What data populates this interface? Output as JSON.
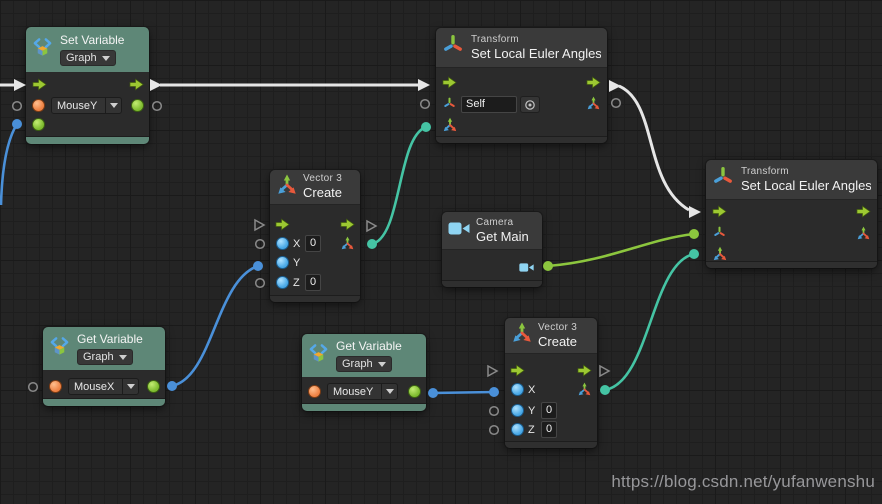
{
  "watermark": "https://blog.csdn.net/yufanwenshu",
  "nodes": {
    "setVariable": {
      "title": "Set Variable",
      "scope": "Graph",
      "variable": "MouseY"
    },
    "transformTop": {
      "category": "Transform",
      "title": "Set Local Euler Angles",
      "self_value": "Self"
    },
    "transformRight": {
      "category": "Transform",
      "title": "Set Local Euler Angles"
    },
    "vector3Mid": {
      "category": "Vector 3",
      "title": "Create",
      "x_label": "X",
      "x_value": "0",
      "y_label": "Y",
      "z_label": "Z",
      "z_value": "0"
    },
    "camera": {
      "category": "Camera",
      "title": "Get Main"
    },
    "getVariableX": {
      "title": "Get Variable",
      "scope": "Graph",
      "variable": "MouseX"
    },
    "getVariableY": {
      "title": "Get Variable",
      "scope": "Graph",
      "variable": "MouseY"
    },
    "vector3Bottom": {
      "category": "Vector 3",
      "title": "Create",
      "x_label": "X",
      "y_label": "Y",
      "y_value": "0",
      "z_label": "Z",
      "z_value": "0"
    }
  },
  "icons": {
    "variable": "variable-brackets-cube-icon",
    "transform": "transform-axes-icon",
    "vector3": "vector3-arrows-icon",
    "camera": "camera-icon",
    "flow": "flow-arrow-port",
    "target": "target-picker-icon"
  },
  "colors": {
    "background": "#242424",
    "variable_header": "#5e8777",
    "node_header": "#3a3a3a",
    "node_body": "#2b2b2b",
    "wire_white": "#e6e6e6",
    "wire_blue": "#4a90d9",
    "wire_teal": "#45c4a4",
    "wire_green": "#8cc63e",
    "port_orange": "#ee8244",
    "port_green": "#7fbc30",
    "port_blue": "#49a8e6"
  }
}
